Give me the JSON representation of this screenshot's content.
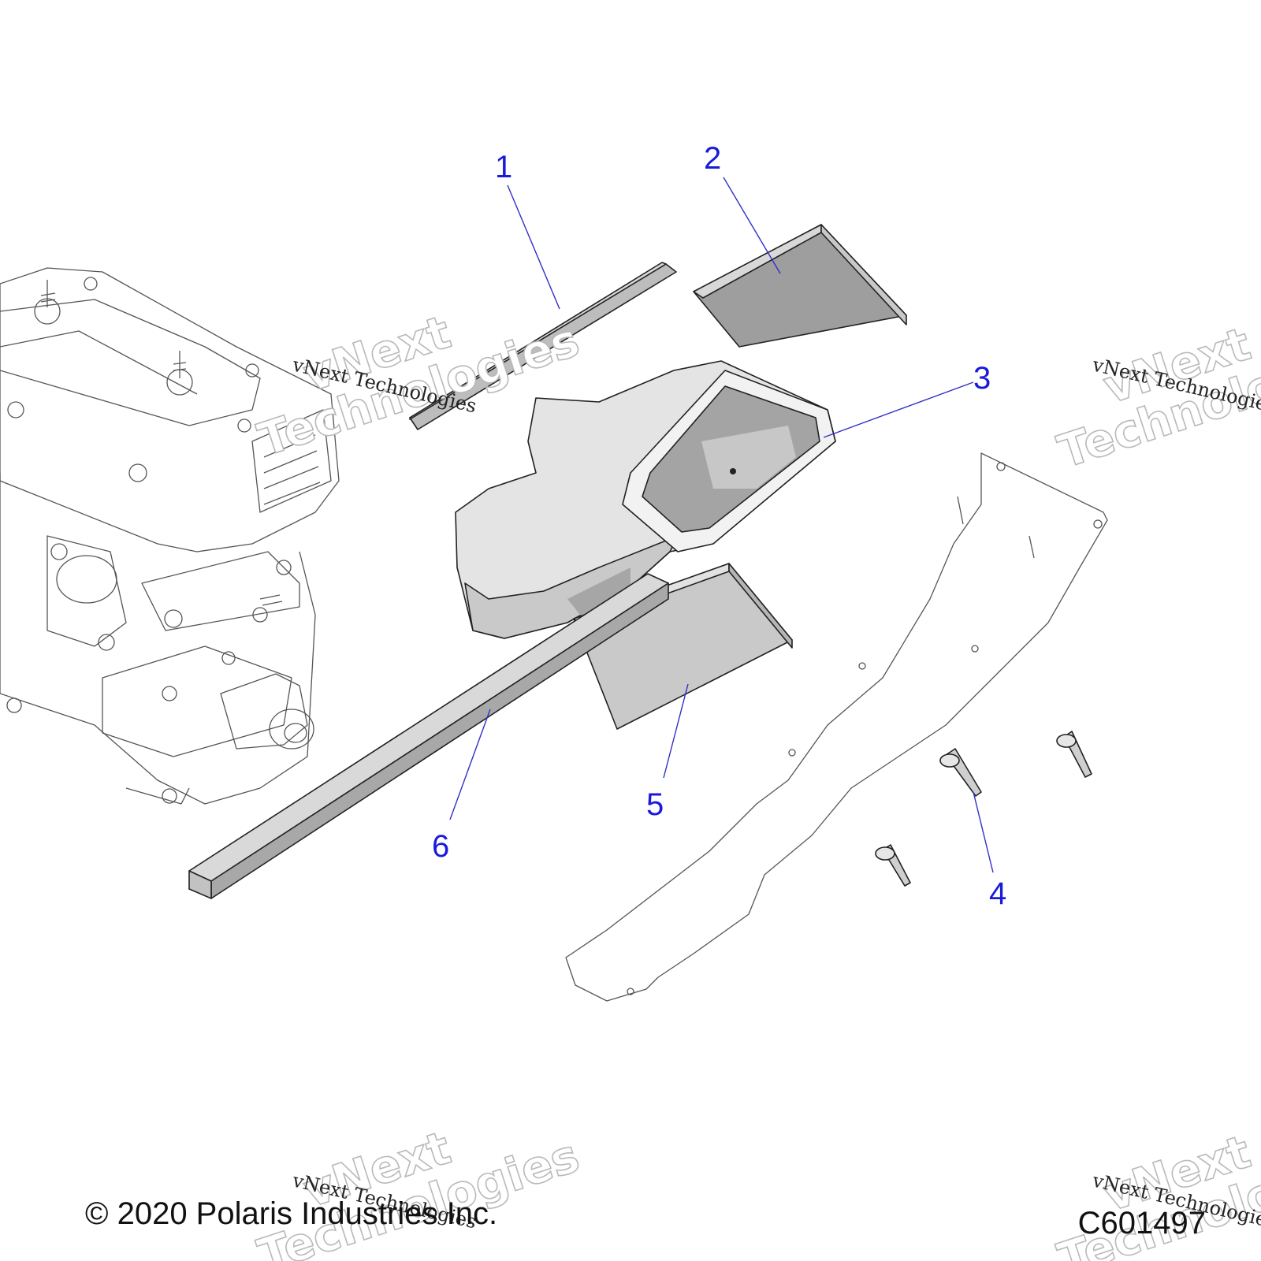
{
  "callouts": {
    "c1": "1",
    "c2": "2",
    "c3": "3",
    "c4": "4",
    "c5": "5",
    "c6": "6"
  },
  "watermark": {
    "line1": "vNext",
    "line2": "Technologies",
    "caption": "vNext Technologies"
  },
  "footer": {
    "copyright": "© 2020 Polaris Industries Inc.",
    "diagram_code": "C601497"
  }
}
